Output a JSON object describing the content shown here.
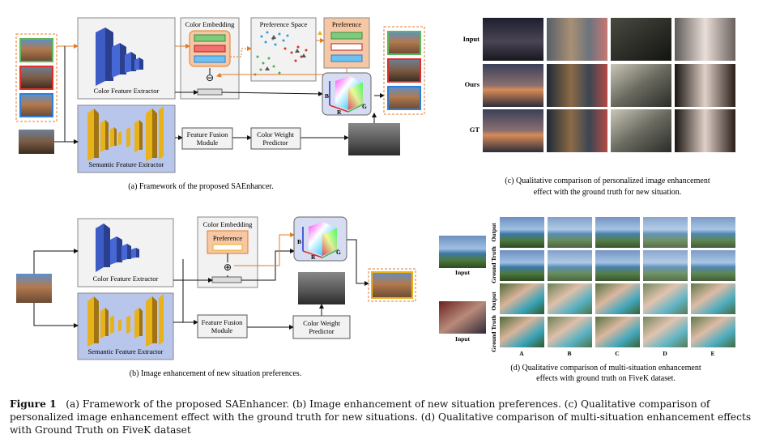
{
  "panel_a": {
    "color_extractor": "Color Feature Extractor",
    "semantic_extractor": "Semantic Feature Extractor",
    "color_embedding": "Color Embedding",
    "preference_space": "Preference Space",
    "preference": "Preference",
    "feature_fusion_1": "Feature Fusion",
    "feature_fusion_2": "Module",
    "color_weight_1": "Color Weight",
    "color_weight_2": "Predictor",
    "axis_b": "B",
    "axis_r": "R",
    "axis_g": "G",
    "minus": "⊖",
    "caption": "(a) Framework of the proposed SAEnhancer."
  },
  "panel_b": {
    "color_extractor": "Color Feature Extractor",
    "semantic_extractor": "Semantic Feature Extractor",
    "color_embedding": "Color Embedding",
    "preference": "Preference",
    "feature_fusion_1": "Feature Fusion",
    "feature_fusion_2": "Module",
    "color_weight_1": "Color Weight",
    "color_weight_2": "Predictor",
    "axis_b": "B",
    "axis_r": "R",
    "axis_g": "G",
    "plus": "⊕",
    "caption": "(b) Image enhancement of new situation preferences."
  },
  "panel_c": {
    "row_input": "Input",
    "row_ours": "Ours",
    "row_gt": "GT",
    "caption_1": "(c) Qualitative comparison of personalized image enhancement",
    "caption_2": "effect with the ground truth for new situation."
  },
  "panel_d": {
    "input_1": "Input",
    "input_2": "Input",
    "side_output_1": "Output",
    "side_gt_1": "Ground Truth",
    "side_output_2": "Output",
    "side_gt_2": "Ground Truth",
    "col_a": "A",
    "col_b": "B",
    "col_c": "C",
    "col_d": "D",
    "col_e": "E",
    "caption_1": "(d) Qualitative comparison of multi-situation enhancement",
    "caption_2": "effects with ground truth on FiveK dataset."
  },
  "figure_caption": {
    "label": "Figure 1",
    "text": "(a) Framework of the proposed SAEnhancer. (b) Image enhancement of new situation preferences. (c) Qualitative comparison of personalized image enhancement effect with the ground truth for new situations. (d) Qualitative comparison of multi-situation enhancement effects with Ground Truth on FiveK dataset"
  }
}
